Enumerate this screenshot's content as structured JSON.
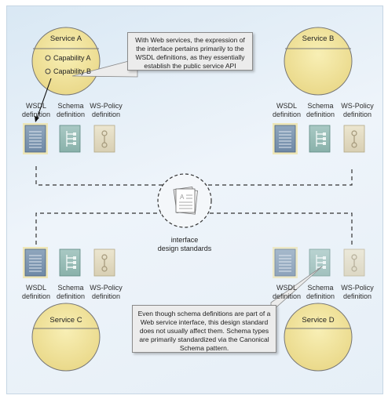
{
  "services": {
    "a": {
      "title": "Service A",
      "capabilities": [
        "Capability A",
        "Capability B"
      ]
    },
    "b": {
      "title": "Service B"
    },
    "c": {
      "title": "Service C"
    },
    "d": {
      "title": "Service D"
    }
  },
  "docs": {
    "wsdl": [
      "WSDL",
      "definition"
    ],
    "schema": [
      "Schema",
      "definition"
    ],
    "policy": [
      "WS-Policy",
      "definition"
    ]
  },
  "center": {
    "line1": "interface",
    "line2": "design standards"
  },
  "callouts": {
    "top": "With Web services, the expression of the interface pertains primarily to the WSDL definitions, as they essentially establish the public service API",
    "bottom": "Even though schema definitions are part of a Web service interface, this design standard does not usually affect them. Schema types are primarily standardized via the Canonical Schema pattern."
  }
}
